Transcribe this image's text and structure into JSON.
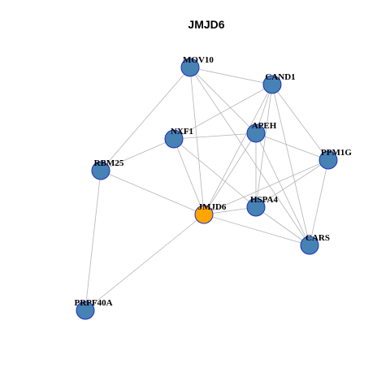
{
  "title": "JMJD6",
  "graph": {
    "center": "JMJD6",
    "nodes": [
      {
        "name": "MOV10",
        "role": "neighbor"
      },
      {
        "name": "CAND1",
        "role": "neighbor"
      },
      {
        "name": "NXF1",
        "role": "neighbor"
      },
      {
        "name": "APEH",
        "role": "neighbor"
      },
      {
        "name": "PPM1G",
        "role": "neighbor"
      },
      {
        "name": "RBM25",
        "role": "neighbor"
      },
      {
        "name": "JMJD6",
        "role": "query"
      },
      {
        "name": "HSPA4",
        "role": "neighbor"
      },
      {
        "name": "CARS",
        "role": "neighbor"
      },
      {
        "name": "PRPF40A",
        "role": "neighbor"
      }
    ],
    "edges": [
      [
        "MOV10",
        "CAND1"
      ],
      [
        "MOV10",
        "APEH"
      ],
      [
        "MOV10",
        "RBM25"
      ],
      [
        "MOV10",
        "JMJD6"
      ],
      [
        "MOV10",
        "CARS"
      ],
      [
        "CAND1",
        "NXF1"
      ],
      [
        "CAND1",
        "APEH"
      ],
      [
        "CAND1",
        "PPM1G"
      ],
      [
        "CAND1",
        "JMJD6"
      ],
      [
        "CAND1",
        "HSPA4"
      ],
      [
        "CAND1",
        "CARS"
      ],
      [
        "NXF1",
        "APEH"
      ],
      [
        "NXF1",
        "RBM25"
      ],
      [
        "NXF1",
        "JMJD6"
      ],
      [
        "NXF1",
        "HSPA4"
      ],
      [
        "APEH",
        "PPM1G"
      ],
      [
        "APEH",
        "JMJD6"
      ],
      [
        "APEH",
        "HSPA4"
      ],
      [
        "APEH",
        "CARS"
      ],
      [
        "PPM1G",
        "JMJD6"
      ],
      [
        "PPM1G",
        "HSPA4"
      ],
      [
        "PPM1G",
        "CARS"
      ],
      [
        "RBM25",
        "JMJD6"
      ],
      [
        "RBM25",
        "PRPF40A"
      ],
      [
        "JMJD6",
        "HSPA4"
      ],
      [
        "JMJD6",
        "CARS"
      ],
      [
        "JMJD6",
        "PRPF40A"
      ],
      [
        "HSPA4",
        "CARS"
      ]
    ]
  },
  "colors": {
    "neighbor_fill": "#4682b4",
    "neighbor_stroke": "#1f2fbf",
    "query_fill": "#ffa500",
    "query_stroke": "#1f2fbf",
    "edge": "#b4b4b4",
    "background": "#ffffff"
  }
}
